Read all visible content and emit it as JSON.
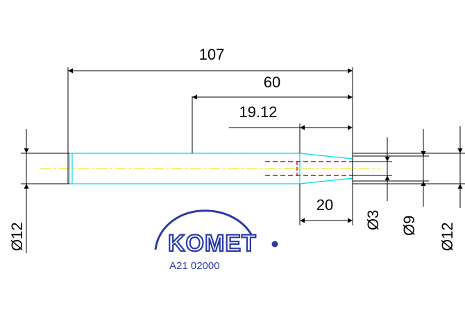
{
  "dimensions": {
    "overall_length": "107",
    "length_60": "60",
    "length_19_12": "19.12",
    "length_20": "20",
    "dia_left": "Ø12",
    "dia_3": "Ø3",
    "dia_9": "Ø9",
    "dia_right": "Ø12"
  },
  "logo": {
    "brand": "KOMET",
    "registered": "R",
    "part_number": "A21 02000"
  },
  "colors": {
    "outline": "#00d8e8",
    "centerline": "#e8e000",
    "hidden": "#e00000",
    "dimension": "#000000",
    "logo": "#2a3aa8"
  }
}
